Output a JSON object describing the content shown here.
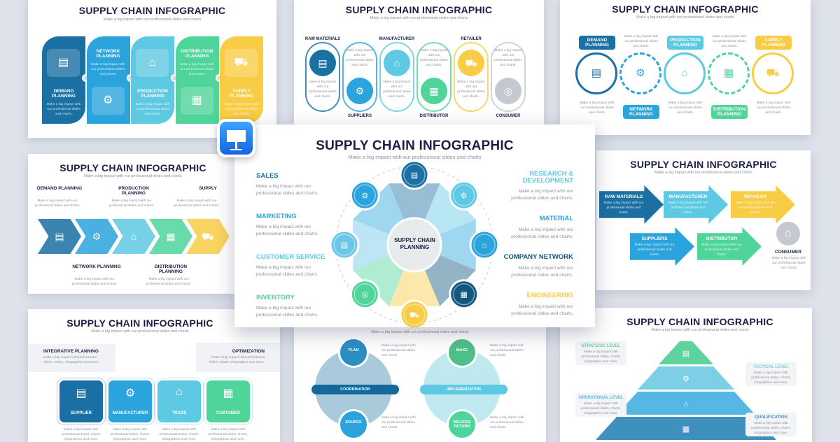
{
  "common": {
    "title": "SUPPLY CHAIN INFOGRAPHIC",
    "subtitle": "Make a big impact with our professional slides and charts",
    "body": "Make a big impact with our professional slides and charts.",
    "body_more": "Make a big impact with professional slides, charts, infographics and more."
  },
  "app_icon": "keynote-icon",
  "slide1": {
    "steps": [
      {
        "label": "DEMAND PLANNING",
        "color": "#1a6fa3",
        "icon": "document-icon"
      },
      {
        "label": "NETWORK PLANNING",
        "color": "#2ba3dd",
        "icon": "network-icon"
      },
      {
        "label": "PRODUCTION PLANNING",
        "color": "#5ec9e2",
        "icon": "factory-icon"
      },
      {
        "label": "DISTRIBUTION PLANNING",
        "color": "#4fd49a",
        "icon": "warehouse-icon"
      },
      {
        "label": "SUPPLY PLANNING",
        "color": "#f8cd45",
        "icon": "forklift-icon"
      }
    ]
  },
  "slide2": {
    "steps": [
      {
        "label": "RAW MATERIALS",
        "color": "#1a6fa3"
      },
      {
        "label": "SUPPLIERS",
        "color": "#2ba3dd"
      },
      {
        "label": "MANUFACTURER",
        "color": "#5ec9e2"
      },
      {
        "label": "DISTRIBUTOR",
        "color": "#4fd49a"
      },
      {
        "label": "RETAILER",
        "color": "#f8cd45"
      },
      {
        "label": "CONSUMER",
        "color": "#c4c8cf"
      }
    ]
  },
  "slide3": {
    "steps": [
      {
        "label": "DEMAND PLANNING",
        "color": "#1a6fa3"
      },
      {
        "label": "NETWORK PLANNING",
        "color": "#2ba3dd"
      },
      {
        "label": "PRODUCTION PLANNING",
        "color": "#5ec9e2"
      },
      {
        "label": "DISTRIBUTION PLANNING",
        "color": "#4fd49a"
      },
      {
        "label": "SUPPLY PLANNING",
        "color": "#f8cd45"
      }
    ]
  },
  "slide4": {
    "steps": [
      {
        "label": "DEMAND PLANNING",
        "color": "#1a6fa3"
      },
      {
        "label": "NETWORK PLANNING",
        "color": "#2ba3dd"
      },
      {
        "label": "PRODUCTION PLANNING",
        "color": "#5ec9e2"
      },
      {
        "label": "DISTRIBUTION PLANNING",
        "color": "#4fd49a"
      },
      {
        "label": "SUPPLY",
        "color": "#f8cd45"
      }
    ]
  },
  "slide5": {
    "center": "SUPPLY CHAIN PLANNING",
    "left": [
      {
        "label": "SALES",
        "color": "#1a6fa3"
      },
      {
        "label": "MARKETING",
        "color": "#2ba3dd"
      },
      {
        "label": "CUSTOMER SERVICE",
        "color": "#5ec9e2"
      },
      {
        "label": "INVENTORY",
        "color": "#4fd49a"
      }
    ],
    "right": [
      {
        "label": "RESEARCH & DEVELOPMENT",
        "color": "#5ec9e2"
      },
      {
        "label": "MATERIAL",
        "color": "#2ba3dd"
      },
      {
        "label": "COMPANY NETWORK",
        "color": "#11587f"
      },
      {
        "label": "ENGINEERING",
        "color": "#f8cd45"
      }
    ],
    "ring_colors": [
      "#1a6fa3",
      "#5ec9e2",
      "#2ba3dd",
      "#11587f",
      "#f8cd45",
      "#4fd49a",
      "#6cc6e8",
      "#2ba3dd"
    ]
  },
  "slide6": {
    "steps": [
      {
        "label": "RAW MATERIALS",
        "color": "#1a6fa3"
      },
      {
        "label": "SUPPLIERS",
        "color": "#2ba3dd"
      },
      {
        "label": "MANUFACTURER",
        "color": "#5ec9e2"
      },
      {
        "label": "DISTRIBUTOR",
        "color": "#4fd49a"
      },
      {
        "label": "RETAILER",
        "color": "#f8cd45"
      },
      {
        "label": "CONSUMER",
        "color": "#c4c8cf"
      }
    ]
  },
  "slide7": {
    "left_box": "INTEGRATIVE PLANNING",
    "right_box": "OPTIMIZATION",
    "cards": [
      {
        "label": "SUPPLIER",
        "color": "#1a6fa3"
      },
      {
        "label": "MANUFACTURER",
        "color": "#2ba3dd"
      },
      {
        "label": "TRADE",
        "color": "#5ec9e2"
      },
      {
        "label": "CUSTOMER",
        "color": "#4fd49a"
      }
    ]
  },
  "slide8": {
    "bands": [
      "COORDINATION",
      "IMPLEMENTATION"
    ],
    "circles": [
      {
        "label": "PLAN",
        "color": "#2b8fc4"
      },
      {
        "label": "SOURCE",
        "color": "#2ba3dd"
      },
      {
        "label": "MAKE",
        "color": "#4fbf8a"
      },
      {
        "label": "DELIVER/ RETURN",
        "color": "#4fd49a"
      }
    ]
  },
  "slide9": {
    "levels": [
      {
        "label": "STRATEGIC LEVEL",
        "color": "#5fd39d"
      },
      {
        "label": "TACTICAL LEVEL",
        "color": "#7dcfe6"
      },
      {
        "label": "OPERATIONAL LEVEL",
        "color": "#55b7e3"
      },
      {
        "label": "QUALIFICATION",
        "color": "#3f8fbf"
      }
    ]
  }
}
